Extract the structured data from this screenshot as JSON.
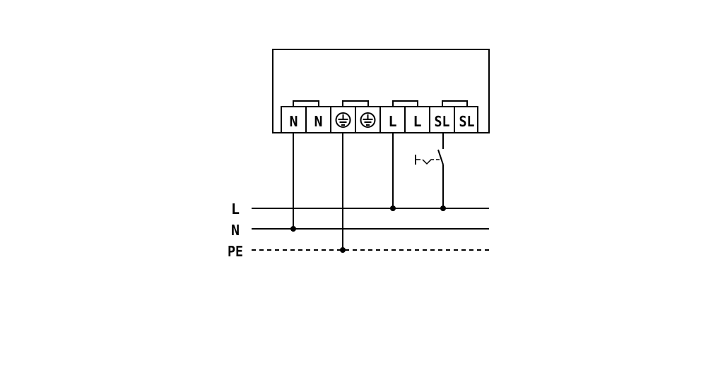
{
  "diagram": {
    "terminals": [
      {
        "label": "N",
        "kind": "text"
      },
      {
        "label": "N",
        "kind": "text"
      },
      {
        "label": "",
        "kind": "ground"
      },
      {
        "label": "",
        "kind": "ground"
      },
      {
        "label": "L",
        "kind": "text"
      },
      {
        "label": "L",
        "kind": "text"
      },
      {
        "label": "SL",
        "kind": "text"
      },
      {
        "label": "SL",
        "kind": "text"
      }
    ],
    "bus_lines": [
      {
        "label": "L",
        "style": "solid"
      },
      {
        "label": "N",
        "style": "solid"
      },
      {
        "label": "PE",
        "style": "dashed"
      }
    ],
    "switch_icon": "push-button-switch-icon",
    "colors": {
      "line": "#000000",
      "background": "#ffffff"
    }
  }
}
